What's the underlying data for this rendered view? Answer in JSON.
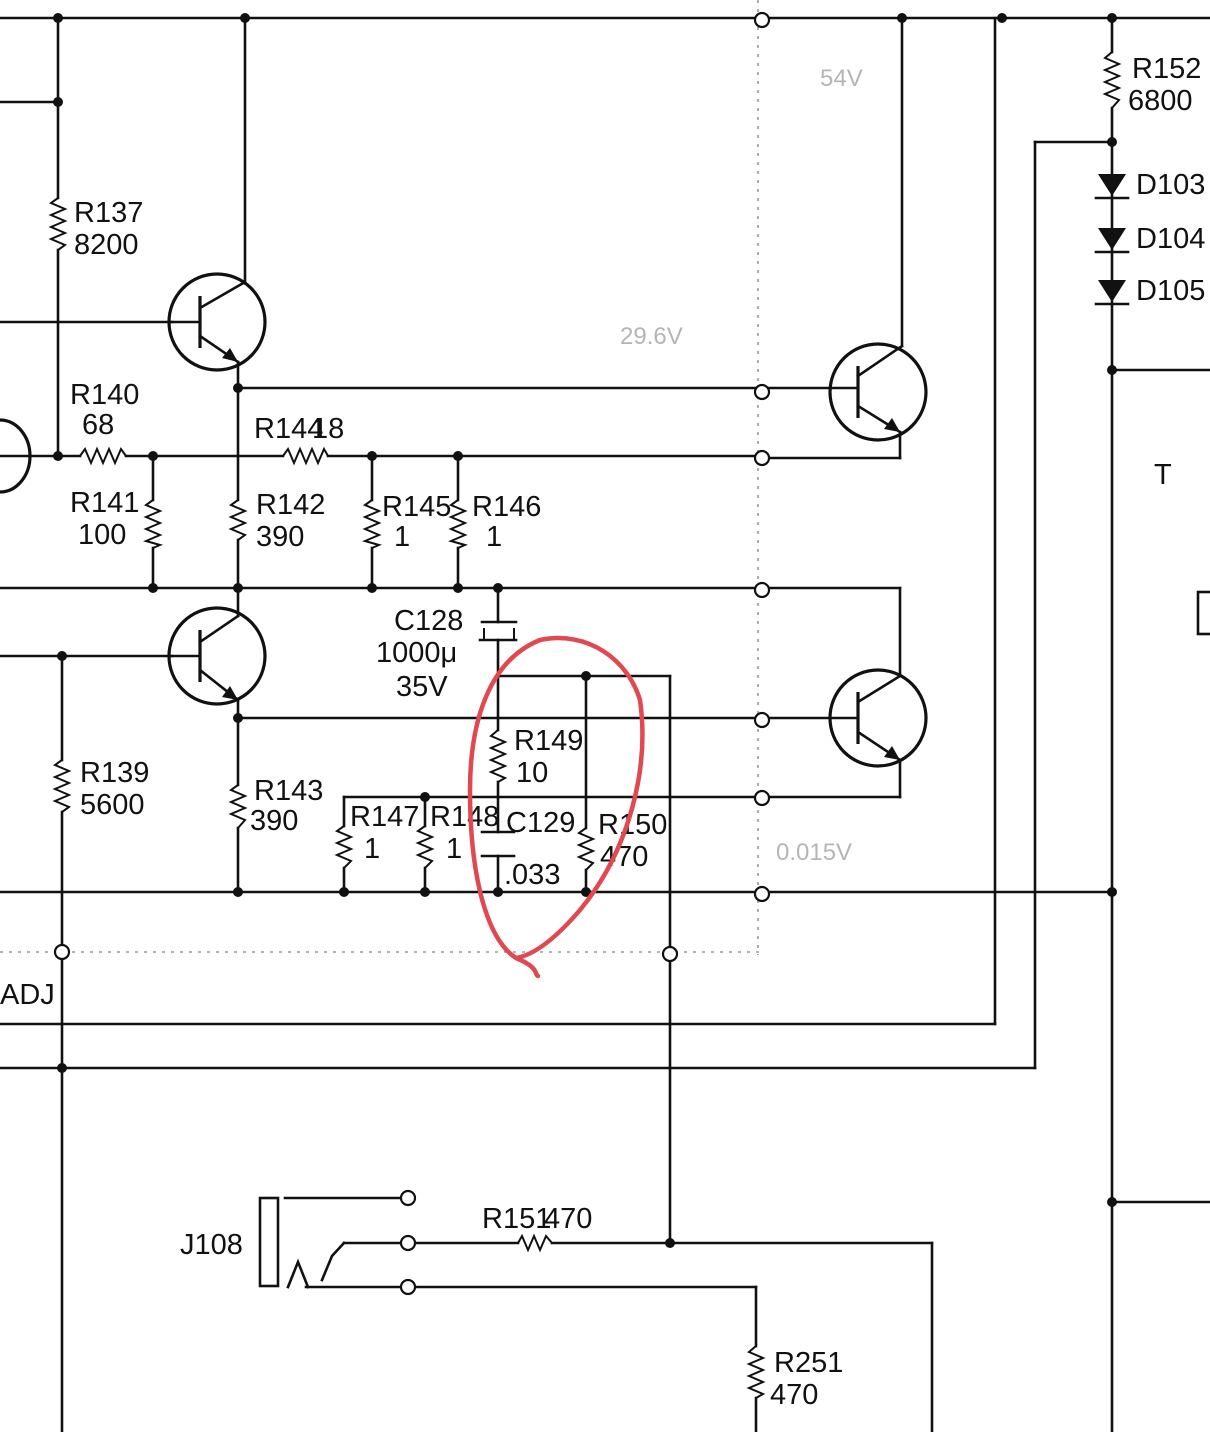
{
  "schematic": {
    "labels": {
      "R137": {
        "ref": "R137",
        "value": "8200"
      },
      "R139": {
        "ref": "R139",
        "value": "5600"
      },
      "R140": {
        "ref": "R140",
        "value": "68"
      },
      "R141": {
        "ref": "R141",
        "value": "100"
      },
      "R142": {
        "ref": "R142",
        "value": "390"
      },
      "R143": {
        "ref": "R143",
        "value": "390"
      },
      "R144": {
        "ref": "R144",
        "value": "18"
      },
      "R145": {
        "ref": "R145",
        "value": "1"
      },
      "R146": {
        "ref": "R146",
        "value": "1"
      },
      "R147": {
        "ref": "R147",
        "value": "1"
      },
      "R148": {
        "ref": "R148",
        "value": "1"
      },
      "R149": {
        "ref": "R149",
        "value": "10"
      },
      "R150": {
        "ref": "R150",
        "value": "470"
      },
      "R151": {
        "ref": "R151",
        "value": "470"
      },
      "R152": {
        "ref": "R152",
        "value": "6800"
      },
      "R251": {
        "ref": "R251",
        "value": "470"
      },
      "C128": {
        "ref": "C128",
        "value": "1000μ",
        "voltage": "35V"
      },
      "C129": {
        "ref": "C129",
        "value": ".033"
      },
      "D103": "D103",
      "D104": "D104",
      "D105": "D105",
      "J108": "J108",
      "adj": "ADJ",
      "t": "T"
    },
    "voltages": {
      "v54": "54V",
      "v296": "29.6V",
      "v0015": "0.015V"
    },
    "highlight": {
      "color": "#e0494f"
    }
  }
}
